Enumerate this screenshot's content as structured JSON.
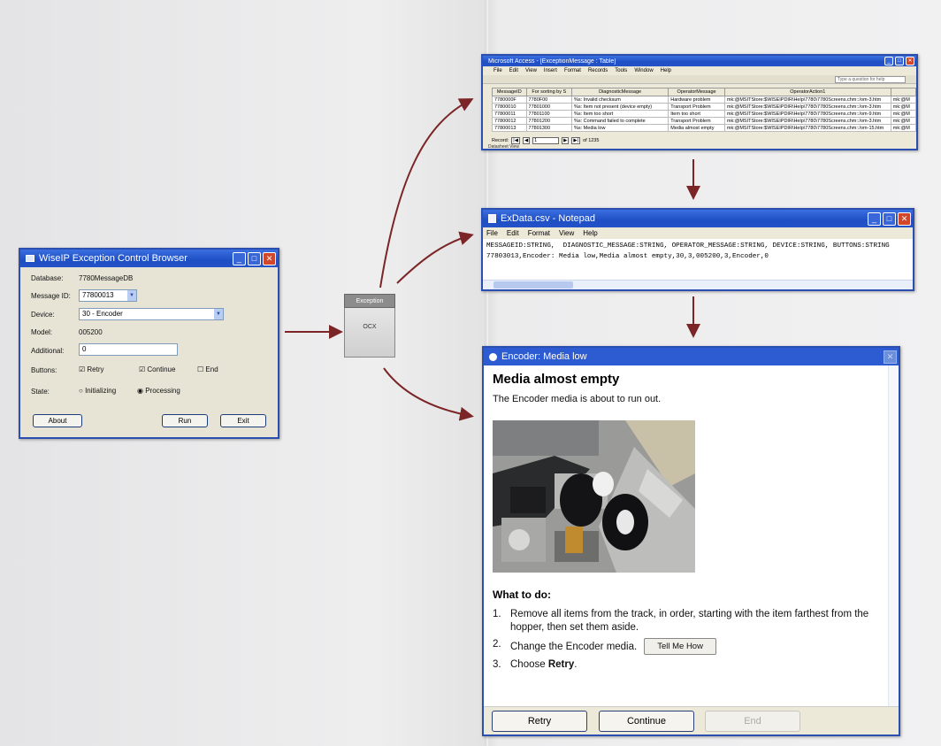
{
  "colors": {
    "arrow": "#7b2526",
    "title_bar": "#2452c8",
    "dialog_bg": "#ece9d8"
  },
  "browser": {
    "title": "WiseIP Exception Control Browser",
    "database_label": "Database:",
    "database_value": "7780MessageDB",
    "message_id_label": "Message ID:",
    "message_id_value": "77800013",
    "device_label": "Device:",
    "device_value": "30 - Encoder",
    "model_label": "Model:",
    "model_value": "005200",
    "additional_label": "Additional:",
    "additional_value": "0",
    "buttons_label": "Buttons:",
    "retry_label": "Retry",
    "continue_label": "Continue",
    "end_label": "End",
    "state_label": "State:",
    "initializing_label": "Initializing",
    "processing_label": "Processing",
    "about_button": "About",
    "run_button": "Run",
    "exit_button": "Exit"
  },
  "ocx": {
    "header": "Exception",
    "label": "OCX"
  },
  "access": {
    "title": "Microsoft Access - [ExceptionMessage : Table]",
    "menu": [
      "File",
      "Edit",
      "View",
      "Insert",
      "Format",
      "Records",
      "Tools",
      "Window",
      "Help"
    ],
    "help_placeholder": "Type a question for help",
    "columns": [
      "MessageID",
      "For sorting by S",
      "DiagnosticMessage",
      "OperatorMessage",
      "OperatorAction1",
      ""
    ],
    "rows": [
      [
        "7780000F",
        "7780F00",
        "%s: Invalid checksum",
        "Hardware problem",
        "mk:@MSITStore:$WISEIPDIR\\Help\\7780\\7780Screens.chm::/om-3.htm",
        "mk:@M"
      ],
      [
        "77800010",
        "77801000",
        "%s: Item not present (device empty)",
        "Transport Problem",
        "mk:@MSITStore:$WISEIPDIR\\Help\\7780\\7780Screens.chm::/om-3.htm",
        "mk:@M"
      ],
      [
        "77800011",
        "77801100",
        "%s: Item too short",
        "Item too short",
        "mk:@MSITStore:$WISEIPDIR\\Help\\7780\\7780Screens.chm::/om-9.htm",
        "mk:@M"
      ],
      [
        "77800012",
        "77801200",
        "%s: Command failed to complete",
        "Transport Problem",
        "mk:@MSITStore:$WISEIPDIR\\Help\\7780\\7780Screens.chm::/om-3.htm",
        "mk:@M"
      ],
      [
        "77800013",
        "77801300",
        "%s: Media low",
        "Media almost empty",
        "mk:@MSITStore:$WISEIPDIR\\Help\\7780\\7780Screens.chm::/om-15.htm",
        "mk:@M"
      ]
    ],
    "record_label": "Record:",
    "record_value": "1",
    "record_total": "of 1235",
    "status": "Datasheet View"
  },
  "notepad": {
    "title": "ExData.csv - Notepad",
    "menu": [
      "File",
      "Edit",
      "Format",
      "View",
      "Help"
    ],
    "line1": "MESSAGEID:STRING,  DIAGNOSTIC_MESSAGE:STRING, OPERATOR_MESSAGE:STRING, DEVICE:STRING, BUTTONS:STRING",
    "line2": "77803013,Encoder: Media low,Media almost empty,30,3,005200,3,Encoder,0"
  },
  "encoder": {
    "title": "Encoder: Media low",
    "heading": "Media almost empty",
    "description": "The Encoder media is about to run out.",
    "what_to_do": "What to do:",
    "step1_num": "1.",
    "step1": "Remove all items from the track, in order, starting with the item farthest from the hopper, then set them aside.",
    "step2_num": "2.",
    "step2": "Change the Encoder media.",
    "tell_me_how": "Tell Me How",
    "step3_num": "3.",
    "step3_pre": "Choose ",
    "step3_bold": "Retry",
    "step3_post": ".",
    "retry_button": "Retry",
    "continue_button": "Continue",
    "end_button": "End"
  }
}
